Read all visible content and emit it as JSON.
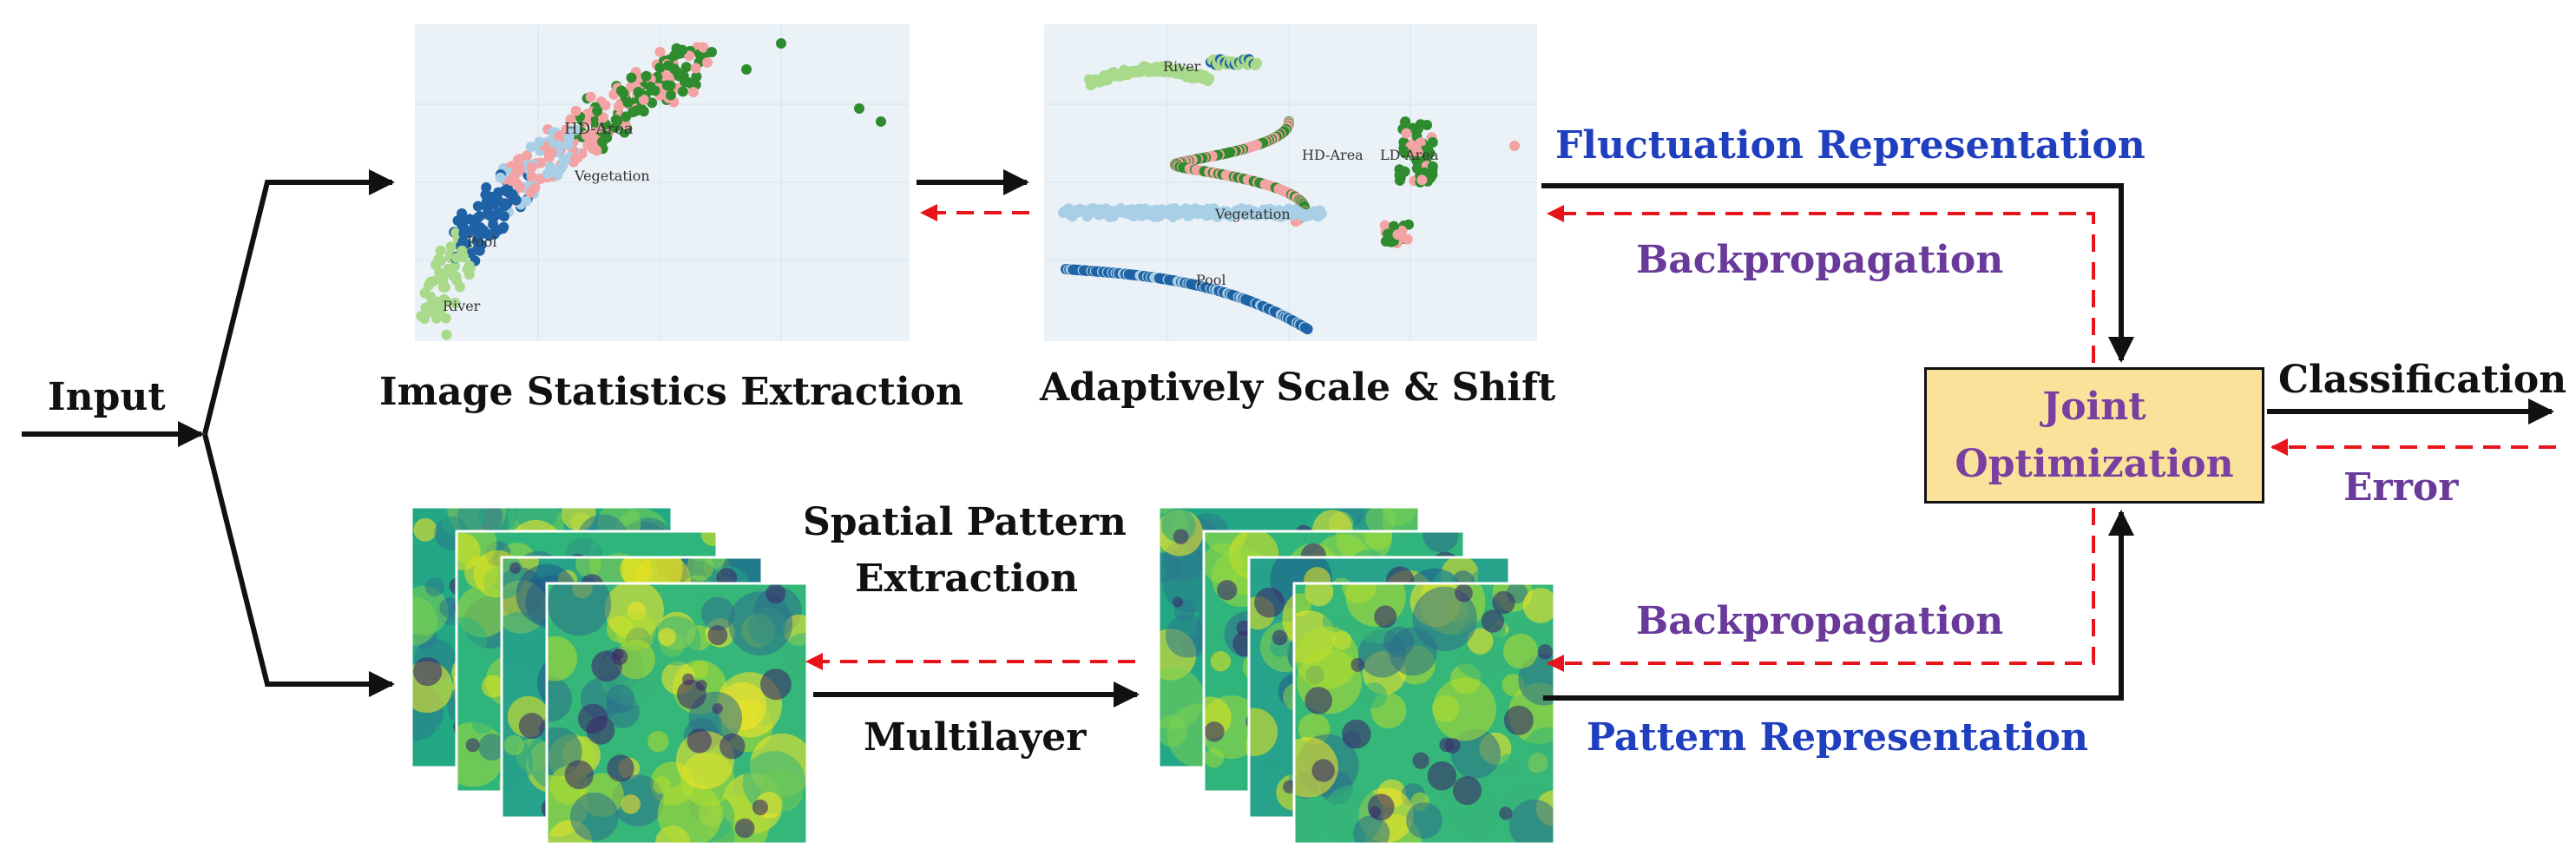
{
  "labels": {
    "input": "Input",
    "image_statistics": "Image Statistics Extraction",
    "adaptively_scale": "Adaptively Scale & Shift",
    "fluctuation_representation": "Fluctuation Representation",
    "backpropagation_top": "Backpropagation",
    "joint_line1": "Joint",
    "joint_line2": "Optimization",
    "classification": "Classification",
    "error": "Error",
    "spatial_pattern_line1": "Spatial Pattern",
    "spatial_pattern_line2": "Extraction",
    "multilayer": "Multilayer",
    "backpropagation_bottom": "Backpropagation",
    "pattern_representation": "Pattern Representation"
  },
  "scatter_left": {
    "labels": [
      "HD-Area",
      "Vegetation",
      "Pool",
      "River"
    ]
  },
  "scatter_right": {
    "labels": [
      "River",
      "HD-Area",
      "LD-Area",
      "Vegetation",
      "Pool"
    ]
  },
  "colors": {
    "dark_blue": "#1f63a6",
    "light_blue": "#a9cfe6",
    "dark_green": "#2e8b2e",
    "light_green": "#a9d98a",
    "pink": "#f3a3a3",
    "arrow": "#111111",
    "dashed": "#e8141b",
    "joint_fill": "#fbe29b",
    "text_blue": "#1f3fbf",
    "text_purple": "#6a3a9a"
  }
}
